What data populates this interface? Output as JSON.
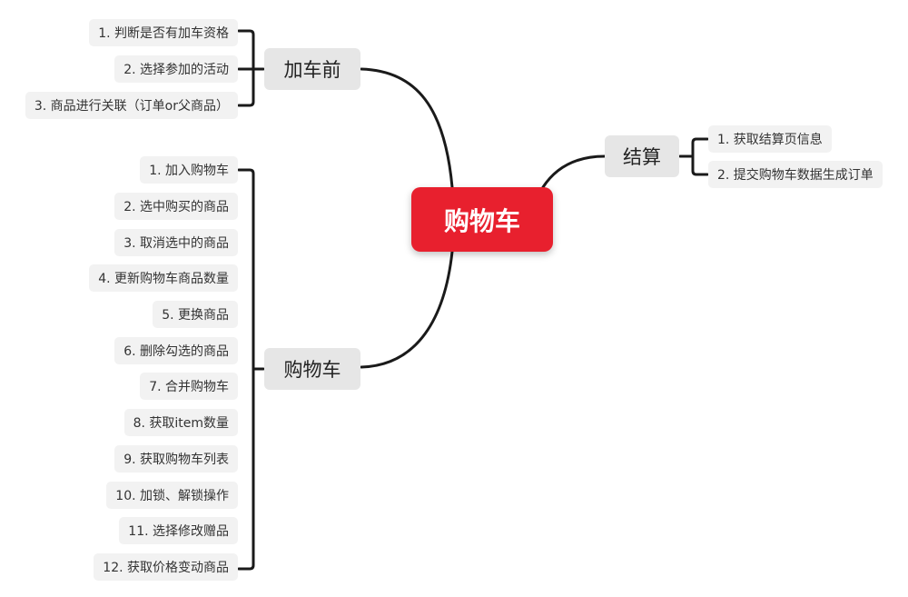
{
  "root": {
    "label": "购物车"
  },
  "branches": {
    "before_add": {
      "label": "加车前",
      "items": [
        "1. 判断是否有加车资格",
        "2. 选择参加的活动",
        "3. 商品进行关联（订单or父商品）"
      ]
    },
    "cart": {
      "label": "购物车",
      "items": [
        "1. 加入购物车",
        "2. 选中购买的商品",
        "3. 取消选中的商品",
        "4. 更新购物车商品数量",
        "5. 更换商品",
        "6. 删除勾选的商品",
        "7. 合并购物车",
        "8. 获取item数量",
        "9. 获取购物车列表",
        "10. 加锁、解锁操作",
        "11. 选择修改赠品",
        "12. 获取价格变动商品"
      ]
    },
    "checkout": {
      "label": "结算",
      "items": [
        "1. 获取结算页信息",
        "2. 提交购物车数据生成订单"
      ]
    }
  },
  "colors": {
    "root": "#e8202e",
    "branch": "#e6e6e6",
    "leaf": "#f2f2f2",
    "line": "#1a1a1a"
  }
}
